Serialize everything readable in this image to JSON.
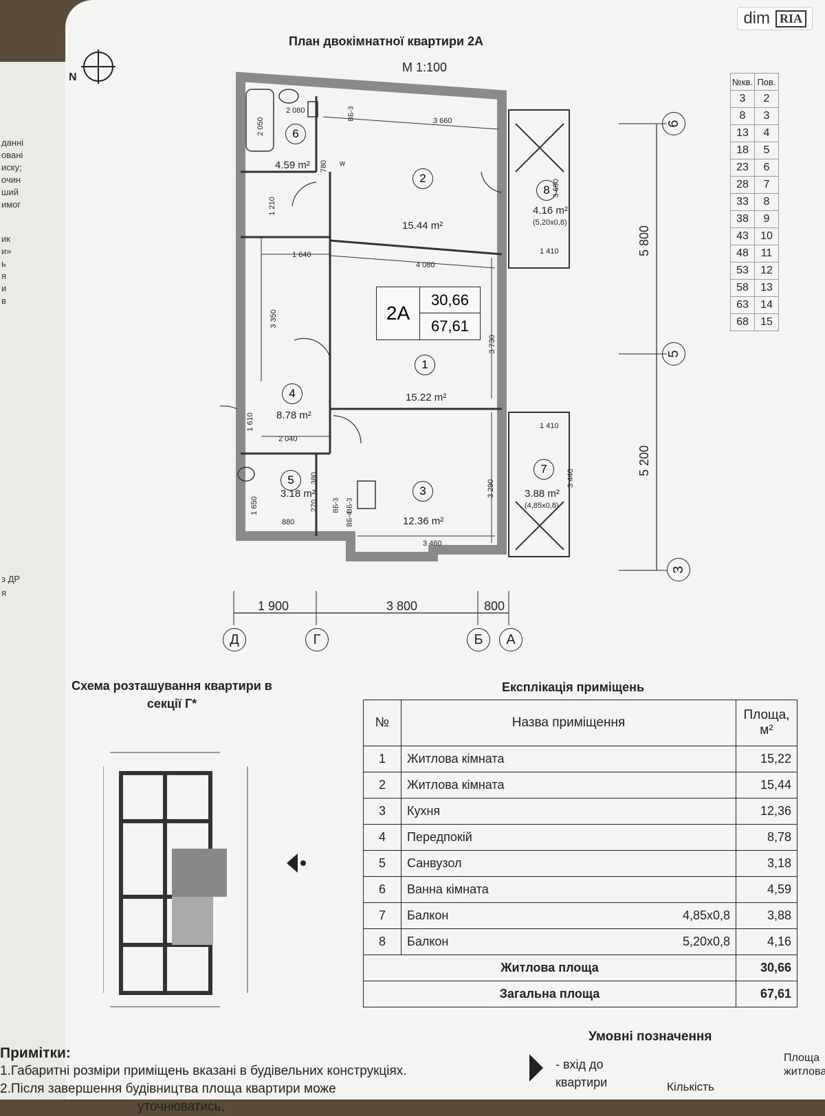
{
  "watermark": {
    "site": "dim",
    "brand": "RIA"
  },
  "plan": {
    "title": "План двокімнатної квартири 2А",
    "scale": "М 1:100",
    "north": "N",
    "apartment_code": "2А",
    "living_area": "30,66",
    "total_area": "67,61",
    "rooms": [
      {
        "no": "1",
        "area": "15.22 m²"
      },
      {
        "no": "2",
        "area": "15.44 m²"
      },
      {
        "no": "3",
        "area": "12.36 m²"
      },
      {
        "no": "4",
        "area": "8.78 m²"
      },
      {
        "no": "5",
        "area": "3.18 m²"
      },
      {
        "no": "6",
        "area": "4.59 m²"
      },
      {
        "no": "7",
        "area": "3.88 m²",
        "size": "(4,85x0,8)"
      },
      {
        "no": "8",
        "area": "4.16 m²",
        "size": "(5,20x0,8)"
      }
    ],
    "inner_dims": [
      "2 080",
      "3 660",
      "2 050",
      "780",
      "1 210",
      "3 690",
      "1 640",
      "4 080",
      "1 410",
      "3 350",
      "3 730",
      "1 610",
      "2 040",
      "1 410",
      "380",
      "270",
      "3 290",
      "3 440",
      "1 650",
      "880",
      "3 460"
    ],
    "shafts": [
      "ВБ-3",
      "ВБ-3",
      "ВБ-3",
      "ВБ-4"
    ],
    "washer": "w",
    "bottom_dims": [
      "1 900",
      "3 800",
      "800"
    ],
    "right_dims": [
      "5 800",
      "5 200"
    ],
    "axes_bottom": [
      "Д",
      "Г",
      "Б",
      "А"
    ],
    "axes_right": [
      "6",
      "5",
      "3"
    ]
  },
  "floor_table": {
    "headers": [
      "№кв.",
      "Пов."
    ],
    "rows": [
      [
        "3",
        "2"
      ],
      [
        "8",
        "3"
      ],
      [
        "13",
        "4"
      ],
      [
        "18",
        "5"
      ],
      [
        "23",
        "6"
      ],
      [
        "28",
        "7"
      ],
      [
        "33",
        "8"
      ],
      [
        "38",
        "9"
      ],
      [
        "43",
        "10"
      ],
      [
        "48",
        "11"
      ],
      [
        "53",
        "12"
      ],
      [
        "58",
        "13"
      ],
      [
        "63",
        "14"
      ],
      [
        "68",
        "15"
      ]
    ]
  },
  "schema": {
    "title_line1": "Схема розташування квартири в",
    "title_line2": "секції Г*"
  },
  "explication": {
    "title": "Експлікація приміщень",
    "headers": {
      "no": "№",
      "name": "Назва приміщення",
      "area": "Площа,",
      "unit": "м²"
    },
    "rows": [
      {
        "no": "1",
        "name": "Житлова кімната",
        "dims": "",
        "area": "15,22"
      },
      {
        "no": "2",
        "name": "Житлова кімната",
        "dims": "",
        "area": "15,44"
      },
      {
        "no": "3",
        "name": "Кухня",
        "dims": "",
        "area": "12,36"
      },
      {
        "no": "4",
        "name": "Передпокій",
        "dims": "",
        "area": "8,78"
      },
      {
        "no": "5",
        "name": "Санвузол",
        "dims": "",
        "area": "3,18"
      },
      {
        "no": "6",
        "name": "Ванна кімната",
        "dims": "",
        "area": "4,59"
      },
      {
        "no": "7",
        "name": "Балкон",
        "dims": "4,85x0,8",
        "area": "3,88"
      },
      {
        "no": "8",
        "name": "Балкон",
        "dims": "5,20x0,8",
        "area": "4,16"
      }
    ],
    "living_label": "Житлова площа",
    "living_value": "30,66",
    "total_label": "Загальна площа",
    "total_value": "67,61"
  },
  "legend": {
    "title": "Умовні позначення",
    "entrance_line1": "- вхід до",
    "entrance_line2": "квартири",
    "count": "Кількість",
    "area_line1": "Площа",
    "area_line2": "житлова"
  },
  "notes": {
    "heading": "Примітки:",
    "line1": "1.Габаритні розміри приміщень вказані в будівельних конструкціях.",
    "line2": "2.Після завершення будівництва площа квартири може",
    "line3": "уточнюватись,"
  },
  "left_page_fragments": [
    "данні",
    "овані",
    "иску;",
    "очин",
    "ший",
    "имог",
    "ик",
    "и»",
    "ь",
    "я",
    "и",
    "в",
    "з ДР",
    "я"
  ]
}
